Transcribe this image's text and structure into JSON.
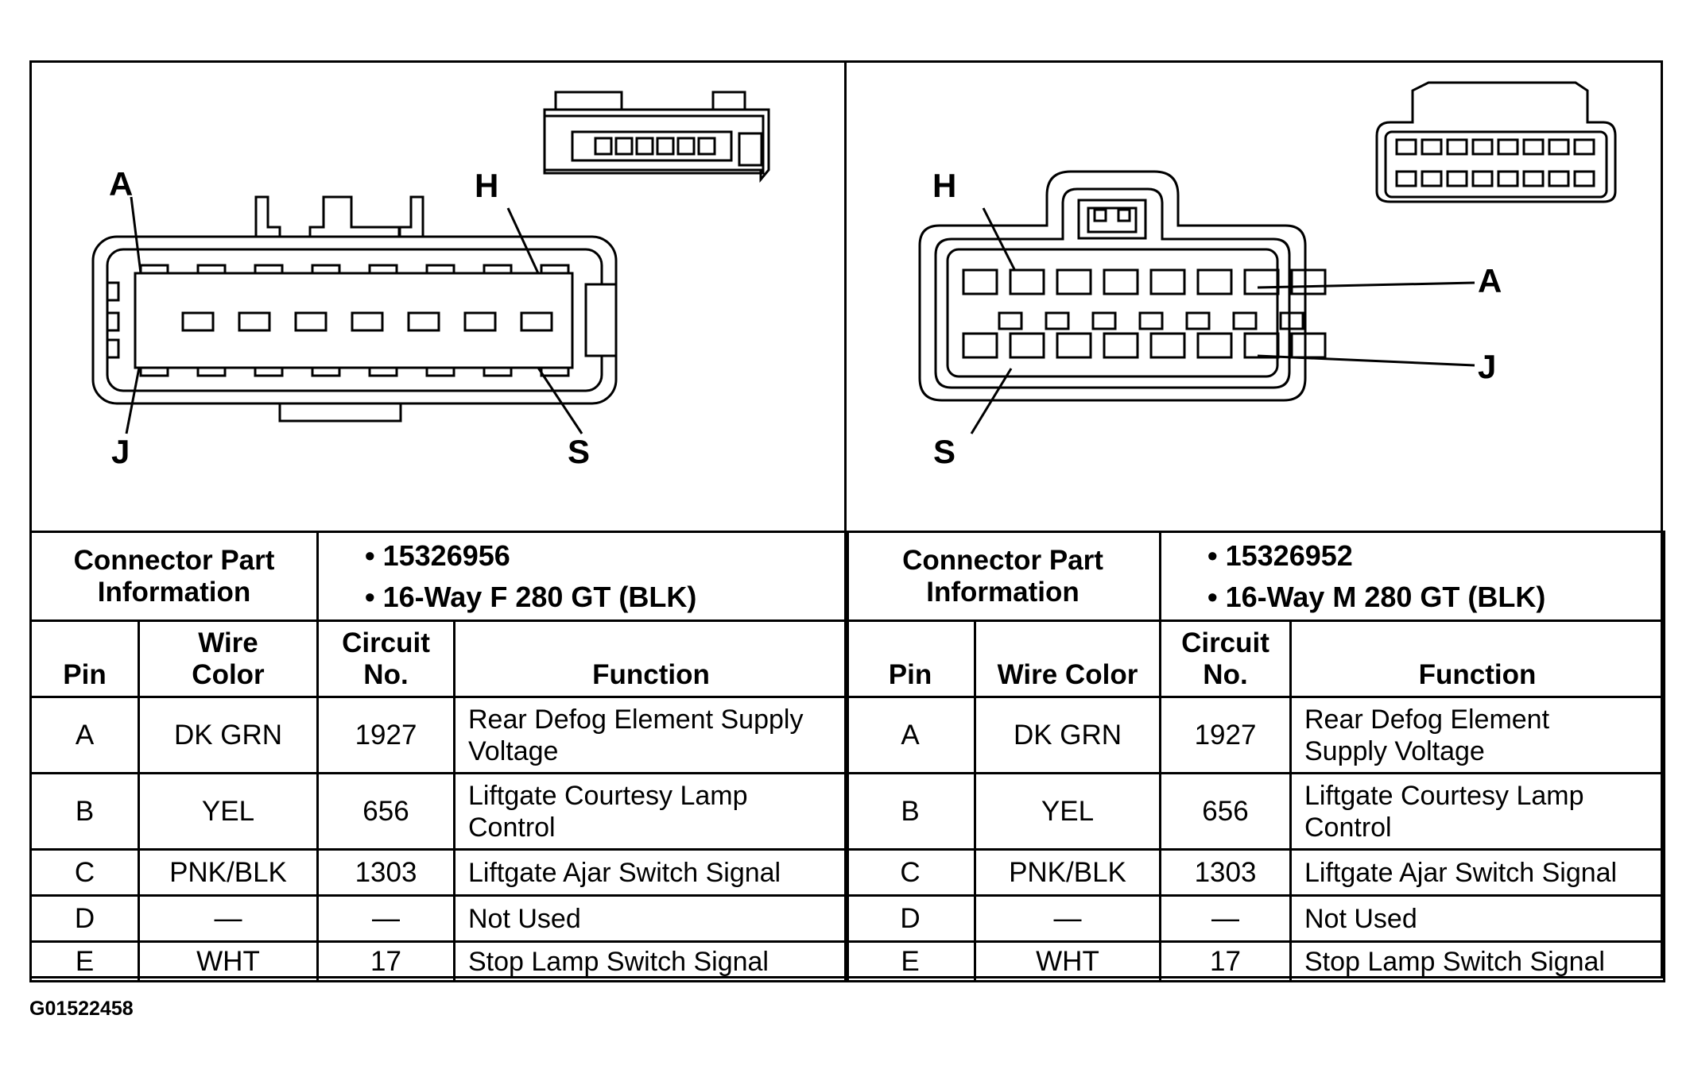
{
  "figure_id": "G01522458",
  "pin_labels": {
    "left": [
      "A",
      "H",
      "J",
      "S"
    ],
    "right": [
      "H",
      "A",
      "J",
      "S"
    ]
  },
  "connectors": [
    {
      "info_label_line1": "Connector Part",
      "info_label_line2": "Information",
      "part_number": "15326956",
      "description": "16-Way F 280 GT (BLK)",
      "headers": {
        "pin": "Pin",
        "wire_color_1": "Wire",
        "wire_color_2": "Color",
        "circuit_1": "Circuit",
        "circuit_2": "No.",
        "function": "Function"
      },
      "rows": [
        {
          "pin": "A",
          "wire": "DK GRN",
          "circuit": "1927",
          "function_1": "Rear Defog Element Supply",
          "function_2": "Voltage"
        },
        {
          "pin": "B",
          "wire": "YEL",
          "circuit": "656",
          "function_1": "Liftgate Courtesy Lamp",
          "function_2": "Control"
        },
        {
          "pin": "C",
          "wire": "PNK/BLK",
          "circuit": "1303",
          "function_1": "Liftgate Ajar Switch Signal",
          "function_2": ""
        },
        {
          "pin": "D",
          "wire": "—",
          "circuit": "—",
          "function_1": "Not Used",
          "function_2": ""
        },
        {
          "pin": "E",
          "wire": "WHT",
          "circuit": "17",
          "function_1": "Stop Lamp Switch Signal",
          "function_2": ""
        }
      ]
    },
    {
      "info_label_line1": "Connector Part",
      "info_label_line2": "Information",
      "part_number": "15326952",
      "description": "16-Way M 280 GT (BLK)",
      "headers": {
        "pin": "Pin",
        "wire_color": "Wire Color",
        "circuit_1": "Circuit",
        "circuit_2": "No.",
        "function": "Function"
      },
      "rows": [
        {
          "pin": "A",
          "wire": "DK GRN",
          "circuit": "1927",
          "function_1": "Rear Defog Element",
          "function_2": "Supply Voltage"
        },
        {
          "pin": "B",
          "wire": "YEL",
          "circuit": "656",
          "function_1": "Liftgate Courtesy Lamp",
          "function_2": "Control"
        },
        {
          "pin": "C",
          "wire": "PNK/BLK",
          "circuit": "1303",
          "function_1": "Liftgate Ajar Switch Signal",
          "function_2": ""
        },
        {
          "pin": "D",
          "wire": "—",
          "circuit": "—",
          "function_1": "Not Used",
          "function_2": ""
        },
        {
          "pin": "E",
          "wire": "WHT",
          "circuit": "17",
          "function_1": "Stop Lamp Switch Signal",
          "function_2": ""
        }
      ]
    }
  ]
}
